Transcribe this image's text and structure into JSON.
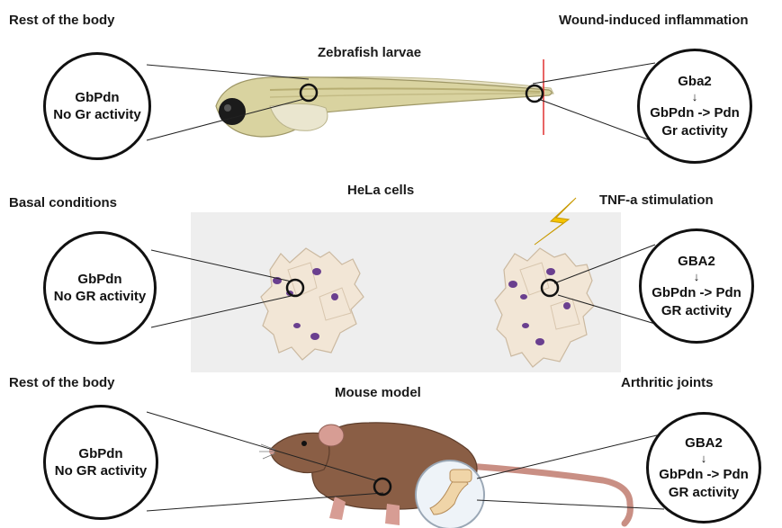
{
  "labels": {
    "rest_of_body_top": "Rest of the body",
    "wound_induced": "Wound-induced inflammation",
    "zebrafish": "Zebrafish larvae",
    "basal_conditions": "Basal conditions",
    "hela": "HeLa cells",
    "tnf": "TNF-a stimulation",
    "rest_of_body_bottom": "Rest of the body",
    "mouse": "Mouse model",
    "arthritic": "Arthritic joints"
  },
  "zebrafish_left": {
    "line1": "GbPdn",
    "line2": "No Gr activity"
  },
  "zebrafish_right": {
    "enzyme": "Gba2",
    "arrow": "↓",
    "reaction": "GbPdn -> Pdn",
    "activity": "Gr activity"
  },
  "hela_left": {
    "line1": "GbPdn",
    "line2": "No GR activity"
  },
  "hela_right": {
    "enzyme": "GBA2",
    "arrow": "↓",
    "reaction": "GbPdn -> Pdn",
    "activity": "GR activity"
  },
  "mouse_left": {
    "line1": "GbPdn",
    "line2": "No GR activity"
  },
  "mouse_right": {
    "enzyme": "GBA2",
    "arrow": "↓",
    "reaction": "GbPdn -> Pdn",
    "activity": "GR activity"
  },
  "colors": {
    "fish_body": "#d9d3a0",
    "cell_fill": "#f2e6d6",
    "cell_nucleus": "#6a3f8f",
    "mouse_body": "#8a5e45",
    "mouse_tail": "#c98f84",
    "lightning": "#f5c400",
    "wound_line": "#e03030",
    "panel_bg": "#eeeeee"
  }
}
